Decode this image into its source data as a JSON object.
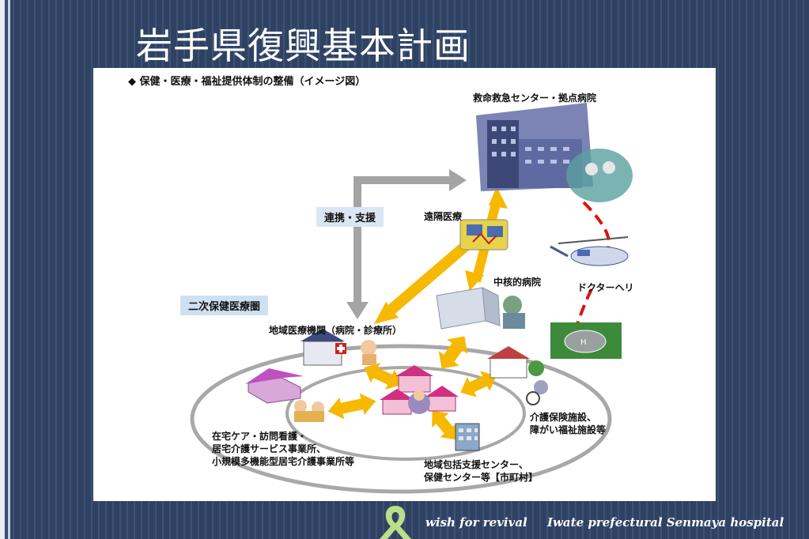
{
  "slide": {
    "title": "岩手県復興基本計画",
    "heading": "◆ 保健・医療・福祉提供体制の整備（イメージ図）",
    "footer_tagline": "wish for revival",
    "footer_org": "Iwate prefectural Senmaya hospital"
  },
  "diagram": {
    "emergency_center": "救命救急センター・拠点病院",
    "cooperation": "連携・支援",
    "telemedicine": "遠隔医療",
    "core_hospital": "中核的病院",
    "doctor_heli": "ドクターヘリ",
    "secondary_area": "二次保健医療圏",
    "local_institutions": "地域医療機関（病院・診療所）",
    "home_care_1": "在宅ケア・訪問看護・",
    "home_care_2": "居宅介護サービス事業所、",
    "home_care_3": "小規模多機能型居宅介護事業所等",
    "care_facility_1": "介護保険施設、",
    "care_facility_2": "障がい福祉施設等",
    "support_center_1": "地域包括支援センター、",
    "support_center_2": "保健センター等【市町村】"
  },
  "colors": {
    "arrow_yellow": "#f6b800",
    "gray_arrow": "#9e9e9e",
    "heli_path": "#e01010",
    "area_label_bg": "#cfe0f2"
  }
}
